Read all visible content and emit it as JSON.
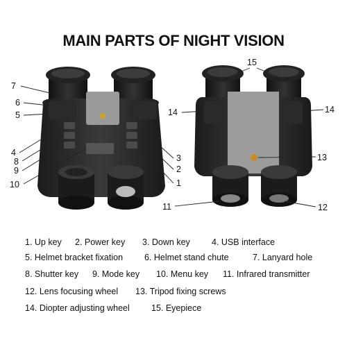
{
  "title": "MAIN PARTS OF NIGHT VISION",
  "callouts": {
    "c1": "1",
    "c2": "2",
    "c3": "3",
    "c4": "4",
    "c5": "5",
    "c6": "6",
    "c7": "7",
    "c8": "8",
    "c9": "9",
    "c10": "10",
    "c11": "11",
    "c12": "12",
    "c13": "13",
    "c14a": "14",
    "c14b": "14",
    "c15": "15"
  },
  "legend": [
    "1. Up key",
    "2. Power key",
    "3. Down key",
    "4. USB interface",
    "5. Helmet bracket fixation",
    "6. Helmet stand chute",
    "7. Lanyard hole",
    "8. Shutter key",
    "9. Mode key",
    "10. Menu key",
    "11. Infrared transmitter",
    "12. Lens focusing wheel",
    "13. Tripod fixing screws",
    "14. Diopter adjusting wheel",
    "15. Eyepiece"
  ]
}
